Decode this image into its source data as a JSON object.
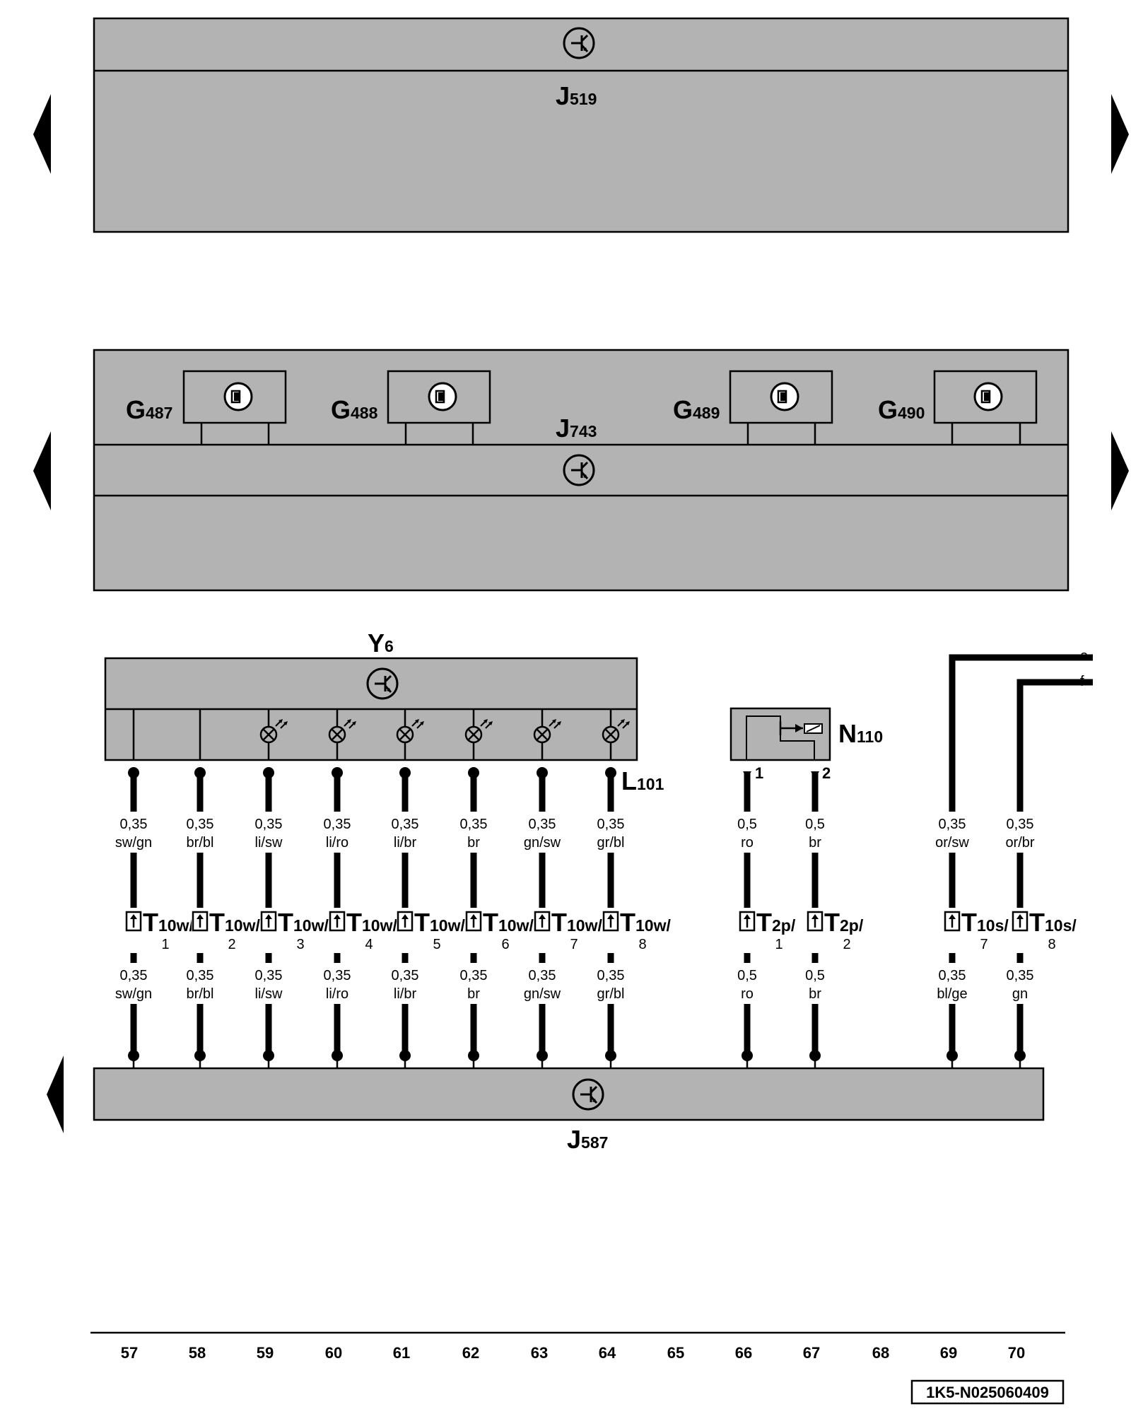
{
  "nav": {
    "left_arrow": "previous-page-arrow",
    "right_arrow": "next-page-arrow"
  },
  "colors": {
    "module_fill": "#b3b3b3",
    "line": "#000000",
    "background": "#ffffff"
  },
  "components": {
    "j519": {
      "main": "J",
      "sub": "519"
    },
    "j743": {
      "main": "J",
      "sub": "743"
    },
    "g487": {
      "main": "G",
      "sub": "487"
    },
    "g488": {
      "main": "G",
      "sub": "488"
    },
    "g489": {
      "main": "G",
      "sub": "489"
    },
    "g490": {
      "main": "G",
      "sub": "490"
    },
    "y6": {
      "main": "Y",
      "sub": "6"
    },
    "l101": {
      "main": "L",
      "sub": "101"
    },
    "n110": {
      "main": "N",
      "sub": "110"
    },
    "j587": {
      "main": "J",
      "sub": "587"
    }
  },
  "wires": [
    {
      "top_size": "0,35",
      "top_color": "sw/gn",
      "conn_main": "T",
      "conn_sub": "10w/",
      "conn_pin": "1",
      "bot_size": "0,35",
      "bot_color": "sw/gn"
    },
    {
      "top_size": "0,35",
      "top_color": "br/bl",
      "conn_main": "T",
      "conn_sub": "10w/",
      "conn_pin": "2",
      "bot_size": "0,35",
      "bot_color": "br/bl"
    },
    {
      "top_size": "0,35",
      "top_color": "li/sw",
      "conn_main": "T",
      "conn_sub": "10w/",
      "conn_pin": "3",
      "bot_size": "0,35",
      "bot_color": "li/sw"
    },
    {
      "top_size": "0,35",
      "top_color": "li/ro",
      "conn_main": "T",
      "conn_sub": "10w/",
      "conn_pin": "4",
      "bot_size": "0,35",
      "bot_color": "li/ro"
    },
    {
      "top_size": "0,35",
      "top_color": "li/br",
      "conn_main": "T",
      "conn_sub": "10w/",
      "conn_pin": "5",
      "bot_size": "0,35",
      "bot_color": "li/br"
    },
    {
      "top_size": "0,35",
      "top_color": "br",
      "conn_main": "T",
      "conn_sub": "10w/",
      "conn_pin": "6",
      "bot_size": "0,35",
      "bot_color": "br"
    },
    {
      "top_size": "0,35",
      "top_color": "gn/sw",
      "conn_main": "T",
      "conn_sub": "10w/",
      "conn_pin": "7",
      "bot_size": "0,35",
      "bot_color": "gn/sw"
    },
    {
      "top_size": "0,35",
      "top_color": "gr/bl",
      "conn_main": "T",
      "conn_sub": "10w/",
      "conn_pin": "8",
      "bot_size": "0,35",
      "bot_color": "gr/bl"
    },
    {
      "top_size": "0,5",
      "top_color": "ro",
      "conn_main": "T",
      "conn_sub": "2p/",
      "conn_pin": "1",
      "bot_size": "0,5",
      "bot_color": "ro"
    },
    {
      "top_size": "0,5",
      "top_color": "br",
      "conn_main": "T",
      "conn_sub": "2p/",
      "conn_pin": "2",
      "bot_size": "0,5",
      "bot_color": "br"
    },
    {
      "top_size": "0,35",
      "top_color": "or/sw",
      "conn_main": "T",
      "conn_sub": "10s/",
      "conn_pin": "7",
      "bot_size": "0,35",
      "bot_color": "bl/ge"
    },
    {
      "top_size": "0,35",
      "top_color": "or/br",
      "conn_main": "T",
      "conn_sub": "10s/",
      "conn_pin": "8",
      "bot_size": "0,35",
      "bot_color": "gn"
    }
  ],
  "n110_pins": [
    "1",
    "2"
  ],
  "continuations": [
    "e",
    "f"
  ],
  "current_track_numbers": [
    "57",
    "58",
    "59",
    "60",
    "61",
    "62",
    "63",
    "64",
    "65",
    "66",
    "67",
    "68",
    "69",
    "70"
  ],
  "footer": {
    "ref_code": "1K5-N025060409"
  }
}
